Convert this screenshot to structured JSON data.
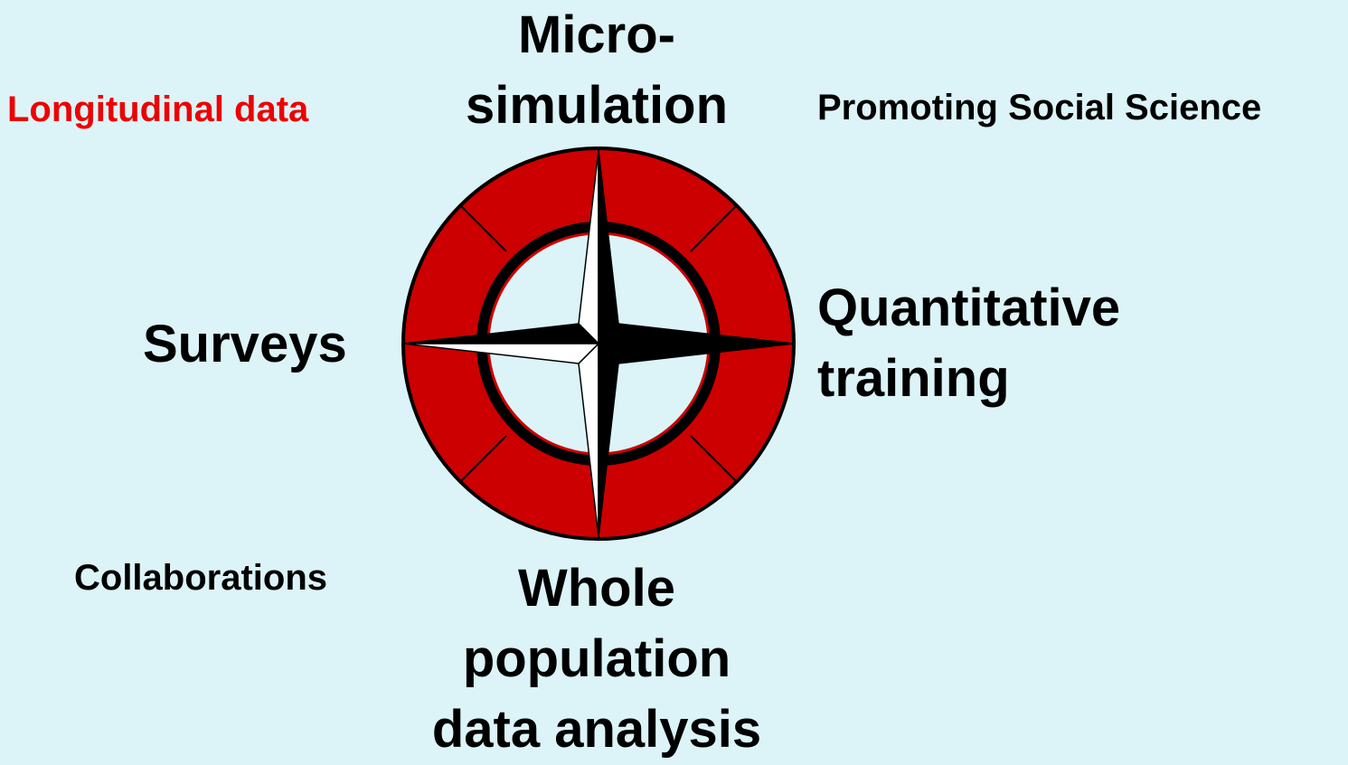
{
  "colors": {
    "background": "#dcf4f8",
    "ring": "#cc0000",
    "ink": "#000000",
    "highlight": "#ee0000",
    "star_light": "#ffffff"
  },
  "compass": {
    "top": [
      "Micro-",
      "simulation"
    ],
    "right": [
      "Quantitative",
      "training"
    ],
    "bottom": [
      "Whole",
      "population",
      "data analysis"
    ],
    "left": "Surveys"
  },
  "corners": {
    "top_left": "Longitudinal data",
    "top_right": "Promoting Social Science",
    "bottom_left": "Collaborations"
  },
  "icons": {
    "center": "compass-rose-icon"
  }
}
